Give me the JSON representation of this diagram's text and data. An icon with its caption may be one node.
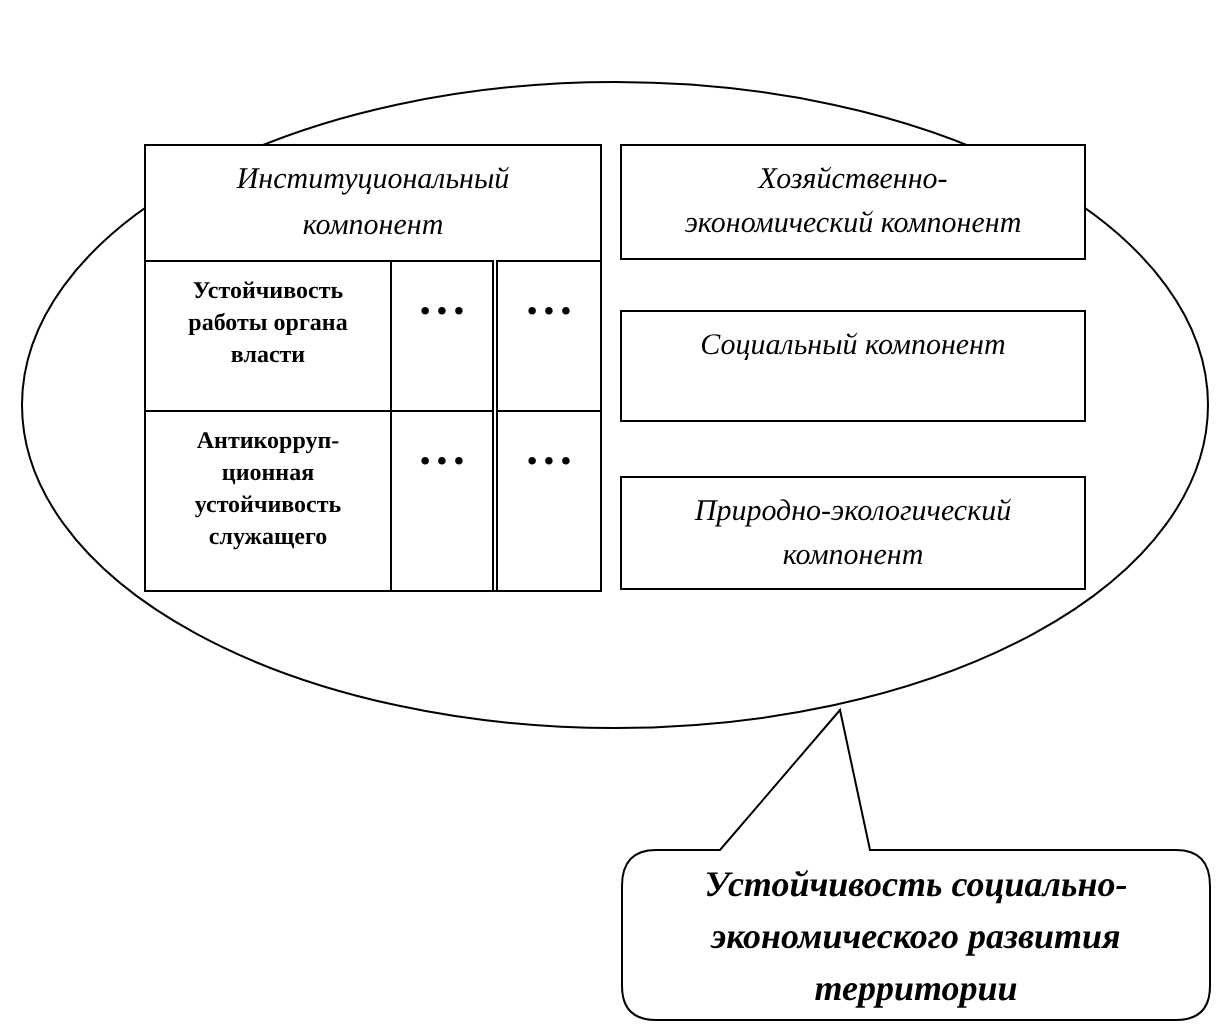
{
  "diagram": {
    "nodes": [
      {
        "text": [],
        "shape": "ellipse"
      },
      {
        "text": [
          "Институциональный компонент"
        ],
        "in": 0
      },
      {
        "text": [
          "Устойчивость работы органа власти"
        ],
        "in": 1
      },
      {
        "text": [
          "• • •"
        ],
        "in": 1
      },
      {
        "text": [
          "• • •"
        ],
        "in": 1
      },
      {
        "text": [
          "Антикорруп-ционная устойчивость служащего"
        ],
        "in": 1
      },
      {
        "text": [
          "• • •"
        ],
        "in": 1
      },
      {
        "text": [
          "• • •"
        ],
        "in": 1
      },
      {
        "text": [
          "Хозяйственно-экономический компонент"
        ],
        "in": 0
      },
      {
        "text": [
          "Социальный компонент"
        ],
        "in": 0
      },
      {
        "text": [
          "Природно-экологический компонент"
        ],
        "in": 0
      },
      {
        "text": [
          "Устойчивость социально-экономического развития территории"
        ]
      }
    ],
    "edges": []
  }
}
